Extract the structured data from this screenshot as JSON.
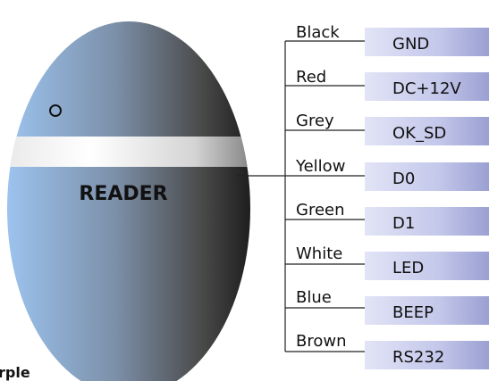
{
  "reader": {
    "label": "READER"
  },
  "corner_text": "rple",
  "wires": [
    {
      "color_name": "Black",
      "signal": "GND"
    },
    {
      "color_name": "Red",
      "signal": "DC+12V"
    },
    {
      "color_name": "Grey",
      "signal": "OK_SD"
    },
    {
      "color_name": "Yellow",
      "signal": "D0"
    },
    {
      "color_name": "Green",
      "signal": "D1"
    },
    {
      "color_name": "White",
      "signal": "LED"
    },
    {
      "color_name": "Blue",
      "signal": "BEEP"
    },
    {
      "color_name": "Brown",
      "signal": "RS232"
    }
  ],
  "colors": {
    "egg_light": "#8fb8e8",
    "egg_dark": "#2a2a2a",
    "box_light": "#d9dcf2",
    "box_dark": "#8f95cc"
  }
}
